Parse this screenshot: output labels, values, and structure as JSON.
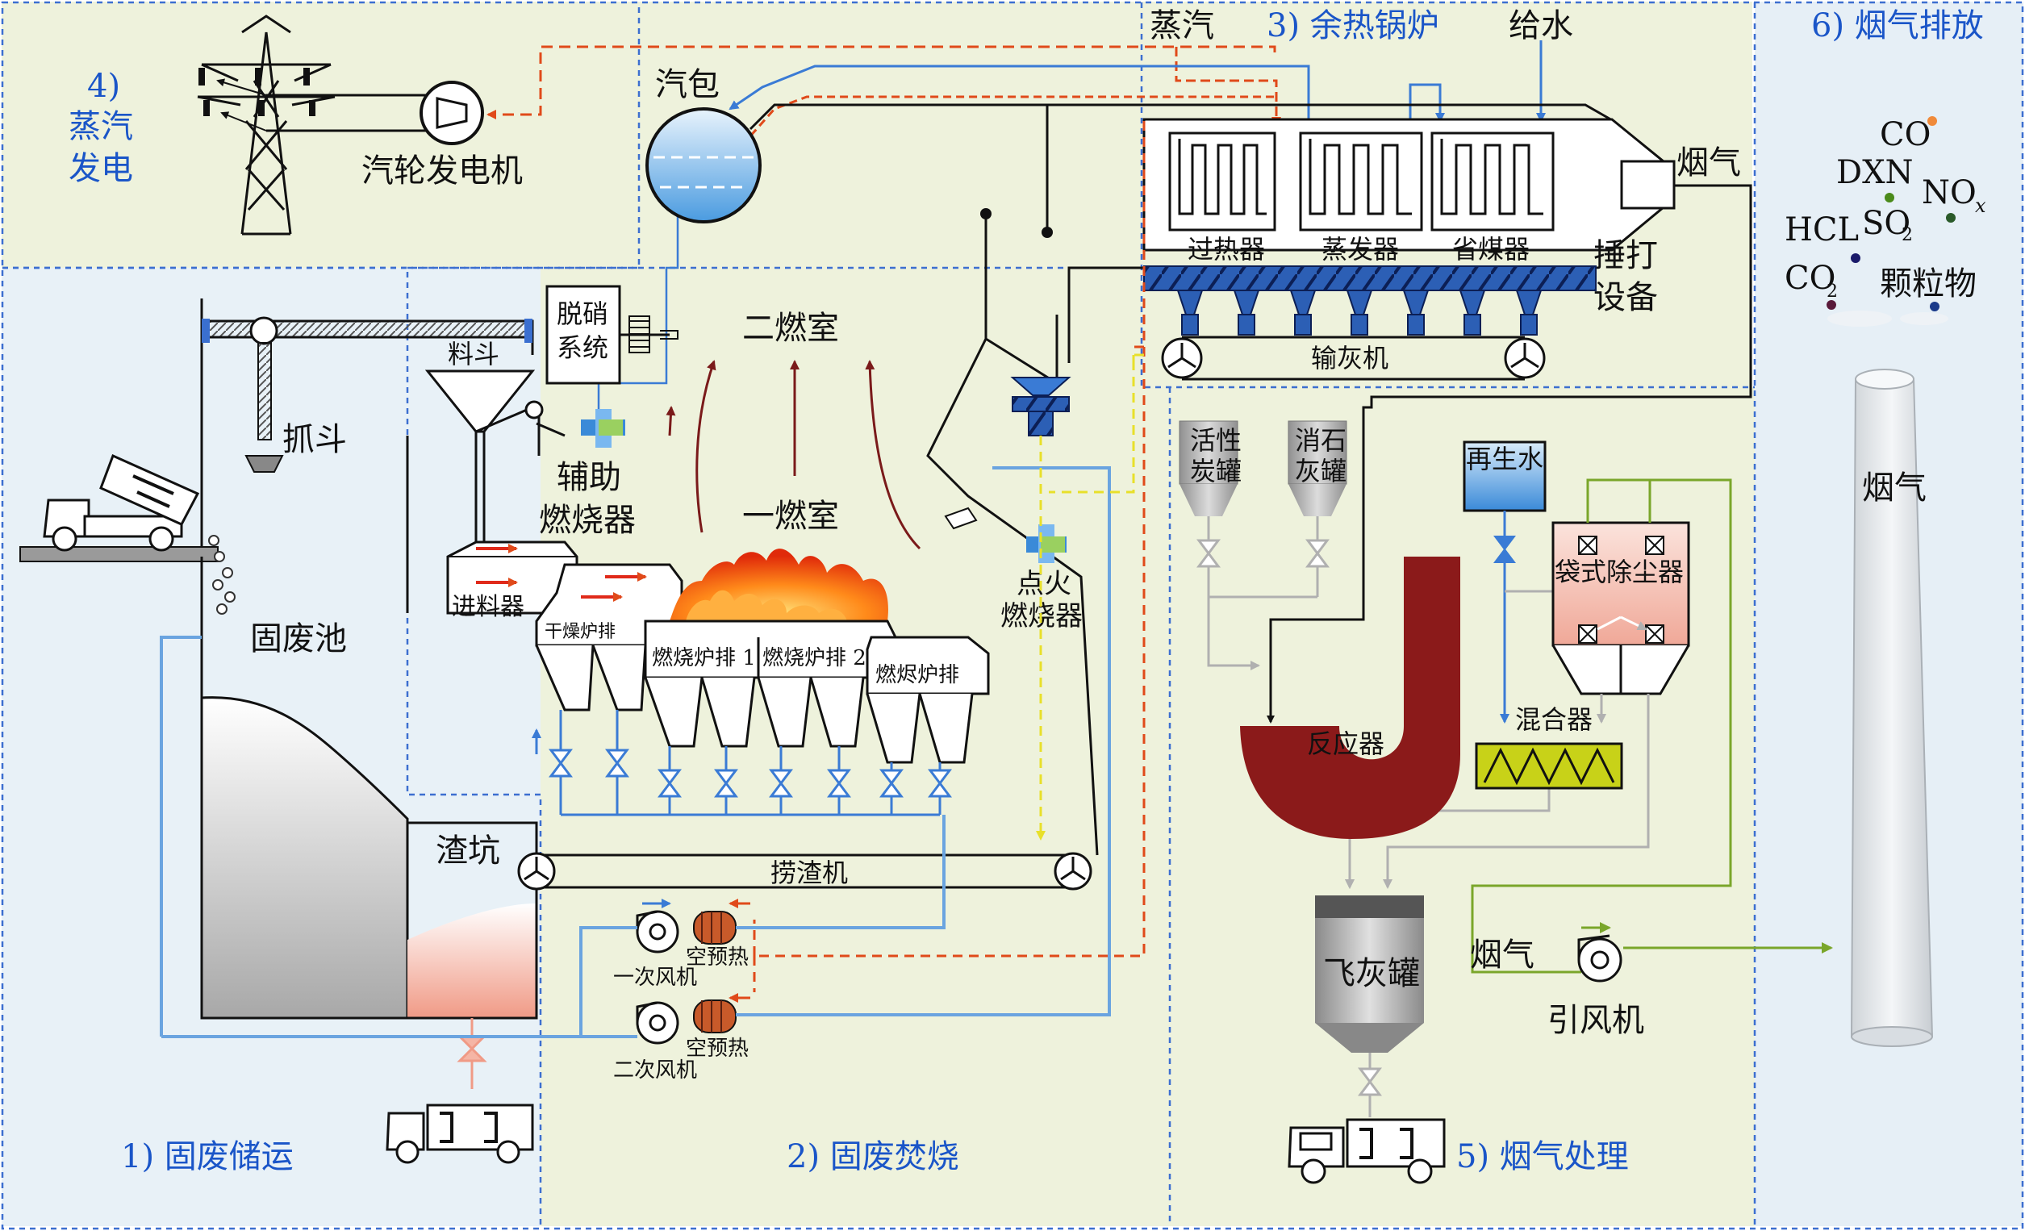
{
  "zones": {
    "storage": "1) 固废储运",
    "incineration": "2) 固废焚烧",
    "boiler": "3) 余热锅炉",
    "power_num": "4)",
    "power_l1": "蒸汽",
    "power_l2": "发电",
    "flue_treatment": "5) 烟气处理",
    "emission": "6) 烟气排放"
  },
  "power": {
    "turbine": "汽轮发电机"
  },
  "boiler": {
    "drum": "汽包",
    "steam": "蒸汽",
    "feedwater": "给水",
    "superheater": "过热器",
    "evaporator": "蒸发器",
    "economizer": "省煤器",
    "flue_gas": "烟气",
    "rapper_l1": "捶打",
    "rapper_l2": "设备",
    "ash_conveyor": "输灰机"
  },
  "storage": {
    "grab": "抓斗",
    "waste_pit": "固废池",
    "slag_pit": "渣坑"
  },
  "incinerator": {
    "hopper": "料斗",
    "denox_l1": "脱硝",
    "denox_l2": "系统",
    "secondary_chamber": "二燃室",
    "primary_chamber": "一燃室",
    "aux_burner_l1": "辅助",
    "aux_burner_l2": "燃烧器",
    "ignition_burner_l1": "点火",
    "ignition_burner_l2": "燃烧器",
    "feeder": "进料器",
    "dry_grate": "干燥炉排",
    "burn_grate_1": "燃烧炉排 1",
    "burn_grate_2": "燃烧炉排 2",
    "burnout_grate": "燃烬炉排",
    "slag_remover": "捞渣机",
    "primary_fan": "一次风机",
    "secondary_fan": "二次风机",
    "air_preheater_1": "空预热",
    "air_preheater_2": "空预热"
  },
  "treatment": {
    "activated_carbon_l1": "活性",
    "activated_carbon_l2": "炭罐",
    "lime_l1": "消石",
    "lime_l2": "灰罐",
    "reclaimed_water": "再生水",
    "bag_filter": "袋式除尘器",
    "mixer": "混合器",
    "reactor": "反应器",
    "fly_ash_tank": "飞灰罐",
    "flue_gas": "烟气",
    "id_fan": "引风机"
  },
  "emission": {
    "co": "CO",
    "dxn": "DXN",
    "nox": "NO",
    "nox_sub": "x",
    "hcl": "HCL",
    "so2": "SO",
    "so2_sub": "2",
    "co2": "CO",
    "co2_sub": "2",
    "particulates": "颗粒物",
    "chimney_gas": "烟气"
  },
  "colors": {
    "zone_border": "#3c6fd0",
    "zone_label": "#1a55c8",
    "water_pipe": "#3a7bd5",
    "steam_pipe": "#e04a1a",
    "flue_pipe": "#7aa62a",
    "reactor": "#8b1a1a",
    "ash_pipe": "#b0b0b0",
    "dashed_yellow": "#e8e02a"
  }
}
